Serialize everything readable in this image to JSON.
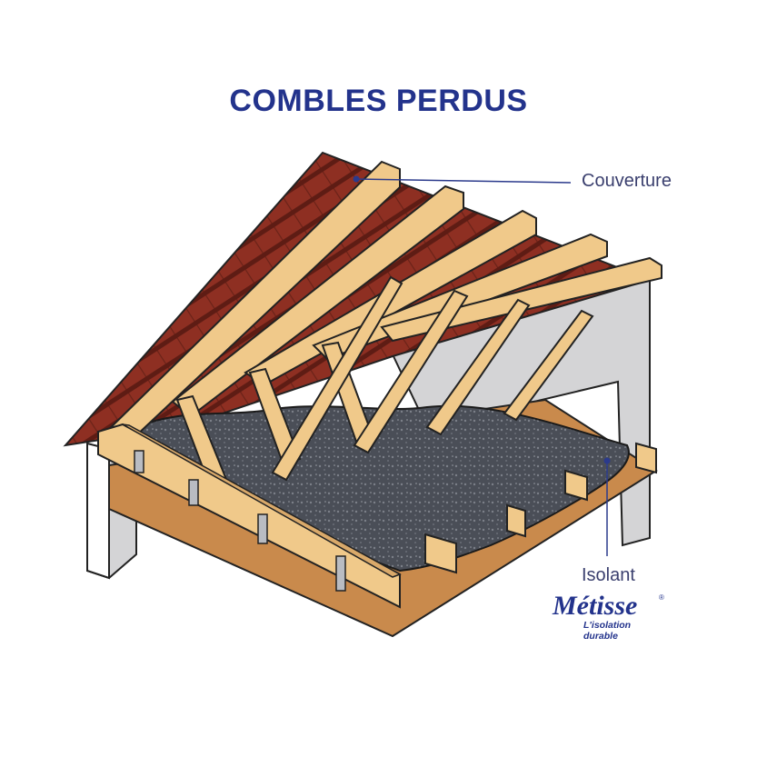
{
  "title": "COMBLES PERDUS",
  "labels": {
    "couverture": "Couverture",
    "isolant": "Isolant"
  },
  "logo": {
    "name": "Métisse",
    "registered": "®",
    "tagline": "L'isolation durable"
  },
  "colors": {
    "title": "#23338c",
    "label_text": "#3a3f6e",
    "leader_line": "#2b3a8c",
    "roof_tiles": "#8e2f22",
    "timber": "#f0c98a",
    "insulation": "#4a4e57",
    "floor_board": "#c98a4c",
    "wall": "#d4d4d6",
    "logo_accent": "#d6242e",
    "logo_blue": "#23338c"
  }
}
